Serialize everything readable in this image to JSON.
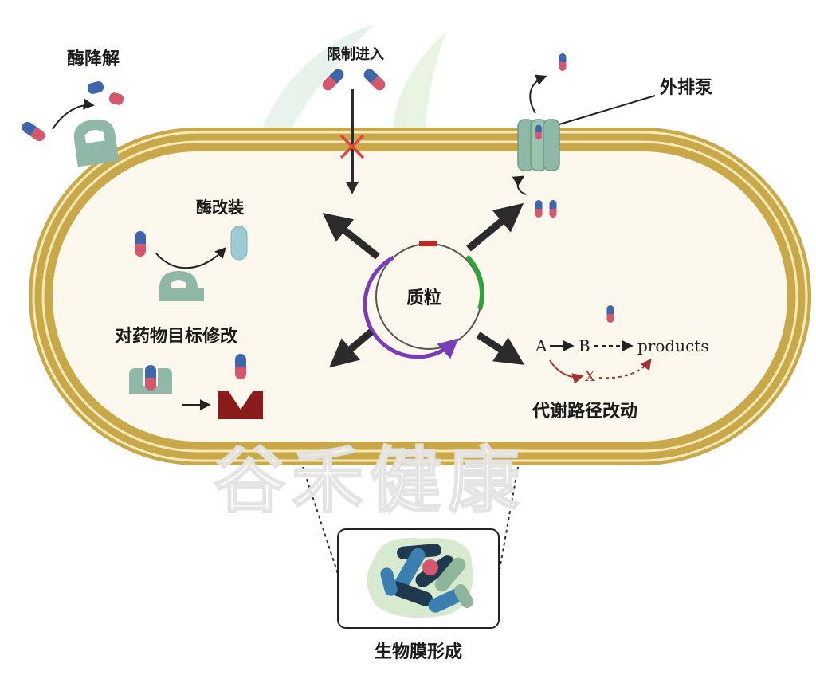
{
  "labels": {
    "enzyme_degradation": "酶降解",
    "restricted_entry": "限制进入",
    "efflux_pump": "外排泵",
    "enzyme_modification": "酶改装",
    "target_modification": "对药物目标修改",
    "plasmid": "质粒",
    "metabolic_change": "代谢路径改动",
    "biofilm": "生物膜形成"
  },
  "pathway": {
    "a": "A",
    "b": "B",
    "products": "products",
    "blocked": "X"
  },
  "watermark": "谷禾健康",
  "colors": {
    "membrane": "#c9a84a",
    "cytoplasm": "#fcf8ee",
    "drug_top": "#3f66a8",
    "drug_bottom": "#d45770",
    "protein": "#8fb8a7",
    "target_red": "#8b1a1a",
    "plasmid": "#7a3db8",
    "arrow": "#2b2b2b"
  }
}
